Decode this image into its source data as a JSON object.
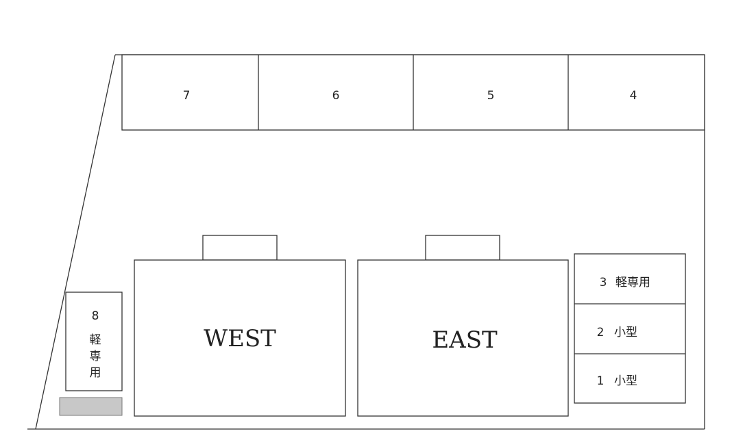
{
  "lot": {
    "top_spaces": [
      {
        "number": "7"
      },
      {
        "number": "6"
      },
      {
        "number": "5"
      },
      {
        "number": "4"
      }
    ],
    "right_spaces": [
      {
        "number": "3",
        "type": "軽専用"
      },
      {
        "number": "2",
        "type": "小型"
      },
      {
        "number": "1",
        "type": "小型"
      }
    ],
    "left_space": {
      "number": "8",
      "type_chars": [
        "軽",
        "専",
        "用"
      ]
    },
    "buildings": [
      {
        "label": "WEST"
      },
      {
        "label": "EAST"
      }
    ],
    "colors": {
      "line": "#333333",
      "marker": "#c8c8c8"
    }
  }
}
